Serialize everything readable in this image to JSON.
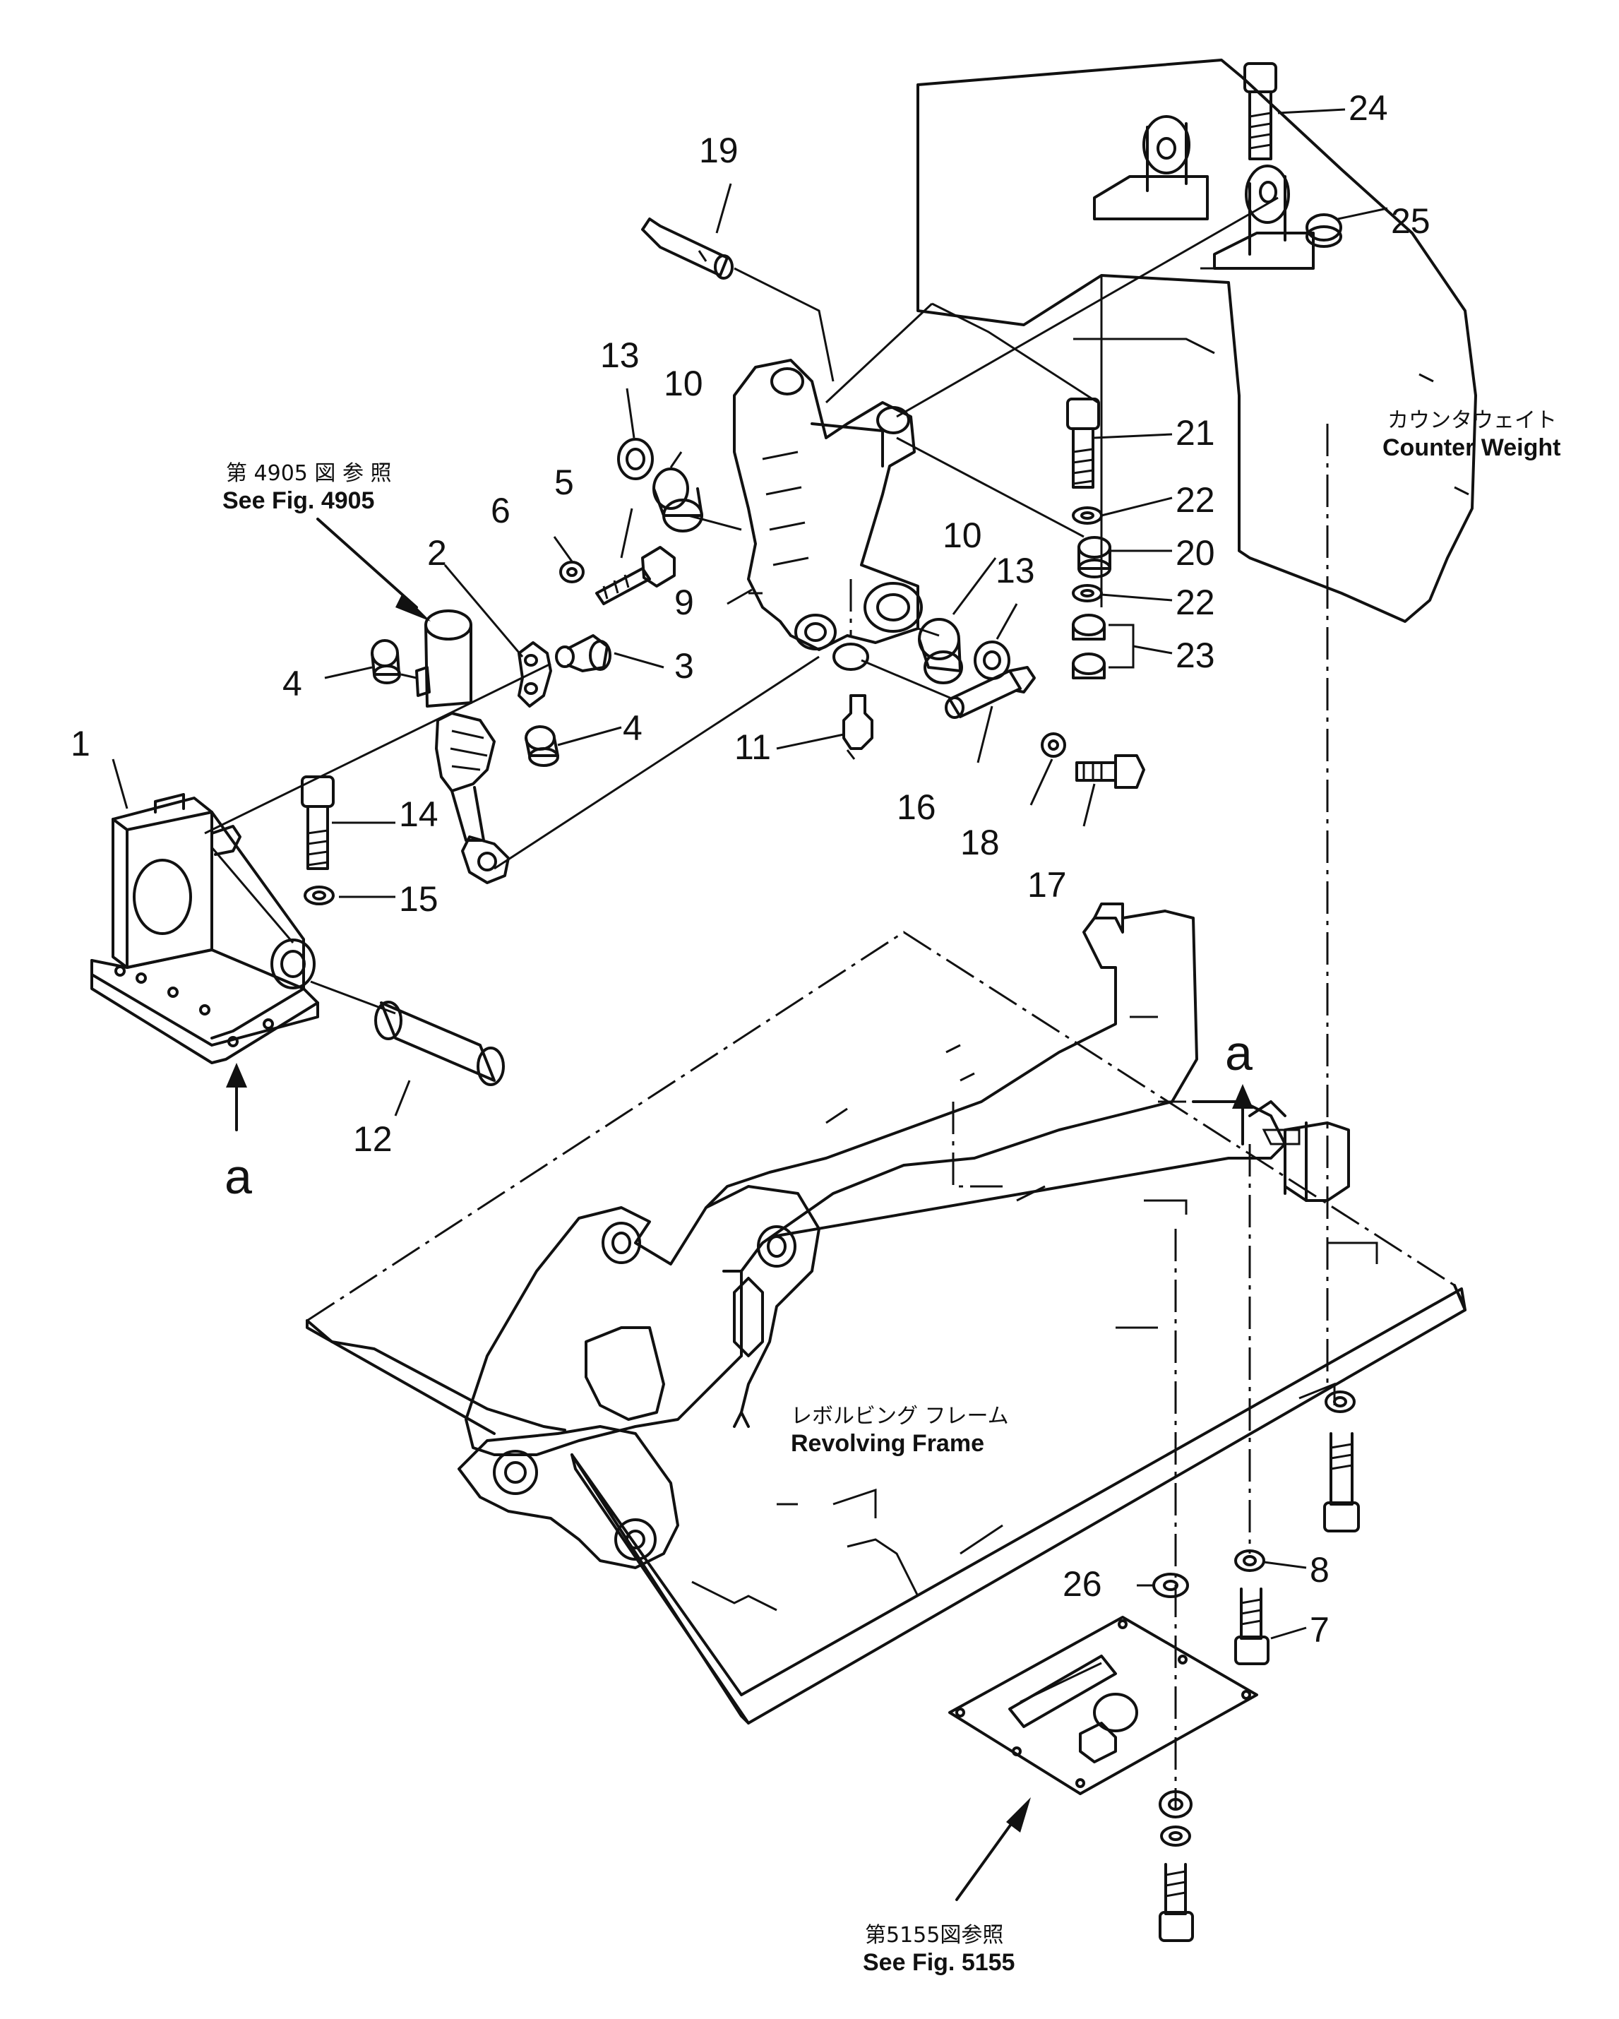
{
  "callouts": {
    "n1": "1",
    "n2": "2",
    "n3": "3",
    "n4a": "4",
    "n4b": "4",
    "n5": "5",
    "n6": "6",
    "n7": "7",
    "n8": "8",
    "n9": "9",
    "n10a": "10",
    "n10b": "10",
    "n11": "11",
    "n12": "12",
    "n13a": "13",
    "n13b": "13",
    "n14": "14",
    "n15": "15",
    "n16": "16",
    "n17": "17",
    "n18": "18",
    "n19": "19",
    "n20": "20",
    "n21": "21",
    "n22a": "22",
    "n22b": "22",
    "n23": "23",
    "n24": "24",
    "n25": "25",
    "n26": "26"
  },
  "view_marks": {
    "a_left": "a",
    "a_right": "a"
  },
  "references": {
    "fig4905_jp": "第 4905 図 参 照",
    "fig4905_en": "See Fig. 4905",
    "fig5155_jp": "第5155図参照",
    "fig5155_en": "See Fig. 5155"
  },
  "labels": {
    "counterweight_jp": "カウンタウェイト",
    "counterweight_en": "Counter Weight",
    "frame_jp": "レボルビング フレーム",
    "frame_en": "Revolving Frame"
  }
}
